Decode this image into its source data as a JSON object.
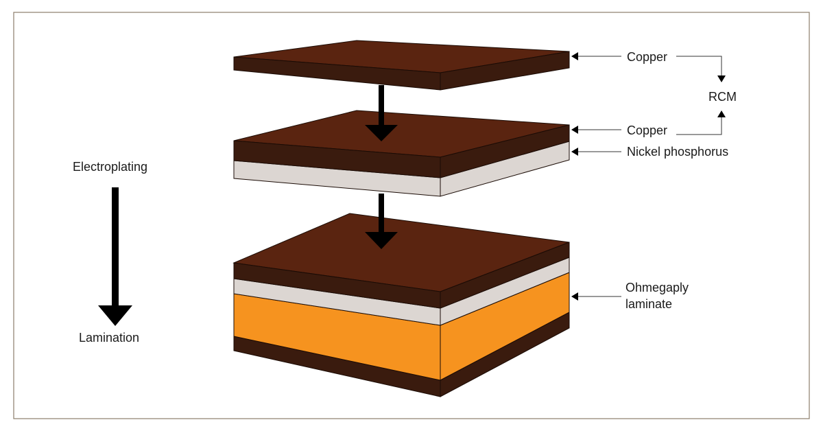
{
  "labels": {
    "copper_top": "Copper",
    "rcm": "RCM",
    "copper_mid": "Copper",
    "nickel": "Nickel phosphorus",
    "electroplating": "Electroplating",
    "lamination": "Lamination",
    "ohmegaply_line1": "Ohmegaply",
    "ohmegaply_line2": "laminate"
  },
  "colors": {
    "frame_border": "#8b7d6b",
    "copper_top_face": "#5a2410",
    "copper_side": "#3a1b0e",
    "nickel": "#dcd6d2",
    "laminate": "#f6931f",
    "arrow": "#000000",
    "leader_line": "#333333"
  }
}
